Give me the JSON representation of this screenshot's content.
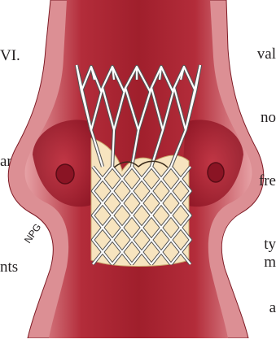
{
  "left_text": [
    "VI.",
    "",
    "aris",
    "",
    "nts"
  ],
  "right_text": [
    "val",
    "no",
    "fre",
    "ty",
    "a"
  ],
  "right_text_bottom": "m",
  "illustration": {
    "label": "NPG",
    "colors": {
      "vessel_outer": "#d98a8f",
      "vessel_inner": "#a8232f",
      "vessel_highlight": "#c63a48",
      "valve_leaflet": "#f7e4bf",
      "stent_wire": "#ffffff",
      "stent_outline": "#555555"
    }
  }
}
